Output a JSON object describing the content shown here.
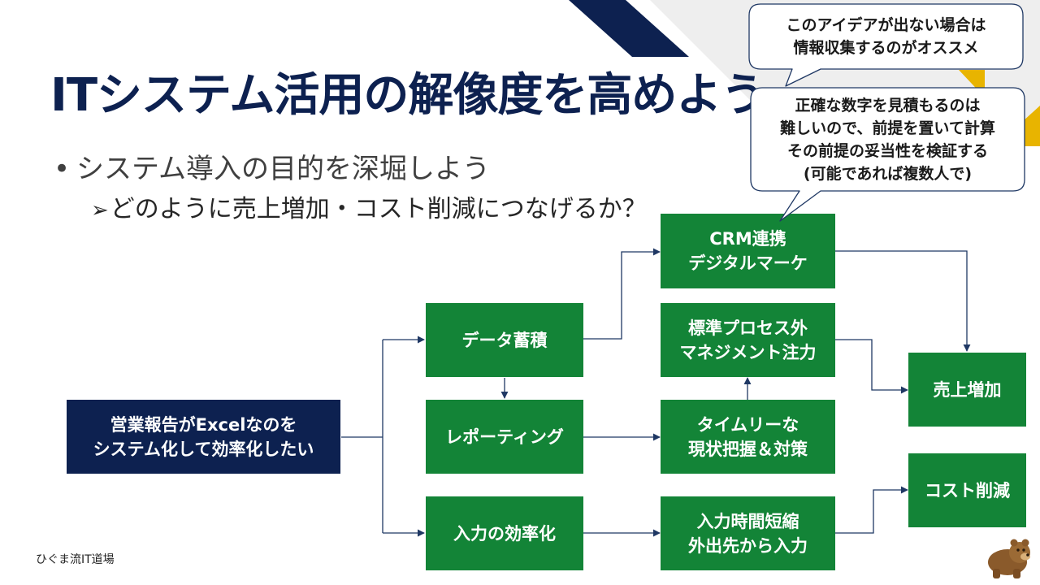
{
  "title": "ITシステム活用の解像度を高めよう",
  "bullet": "システム導入の目的を深堀しよう",
  "sub_bullet": "どのように売上増加・コスト削減につなげるか？",
  "colors": {
    "navy": "#0d2150",
    "green": "#138437",
    "accent_gold": "#e8b400",
    "bullet_text": "#404040"
  },
  "diagram": {
    "start": [
      "営業報告がExcelなのを",
      "システム化して効率化したい"
    ],
    "data_accumulation": "データ蓄積",
    "reporting": "レポーティング",
    "input_efficiency": "入力の効率化",
    "crm": [
      "CRM連携",
      "デジタルマーケ"
    ],
    "standard_process": [
      "標準プロセス外",
      "マネジメント注力"
    ],
    "timely": [
      "タイムリーな",
      "現状把握＆対策"
    ],
    "input_time": [
      "入力時間短縮",
      "外出先から入力"
    ],
    "sales_increase": "売上増加",
    "cost_reduction": "コスト削減"
  },
  "callouts": {
    "top": [
      "このアイデアが出ない場合は",
      "情報収集するのがオススメ"
    ],
    "bottom": [
      "正確な数字を見積もるのは",
      "難しいので、前提を置いて計算",
      "その前提の妥当性を検証する",
      "(可能であれば複数人で)"
    ]
  },
  "footer": "ひぐま流IT道場",
  "icons": {
    "bullet": "bullet-dot-icon",
    "sub_bullet": "arrowhead-bullet-icon",
    "mascot": "brown-bear-icon"
  }
}
